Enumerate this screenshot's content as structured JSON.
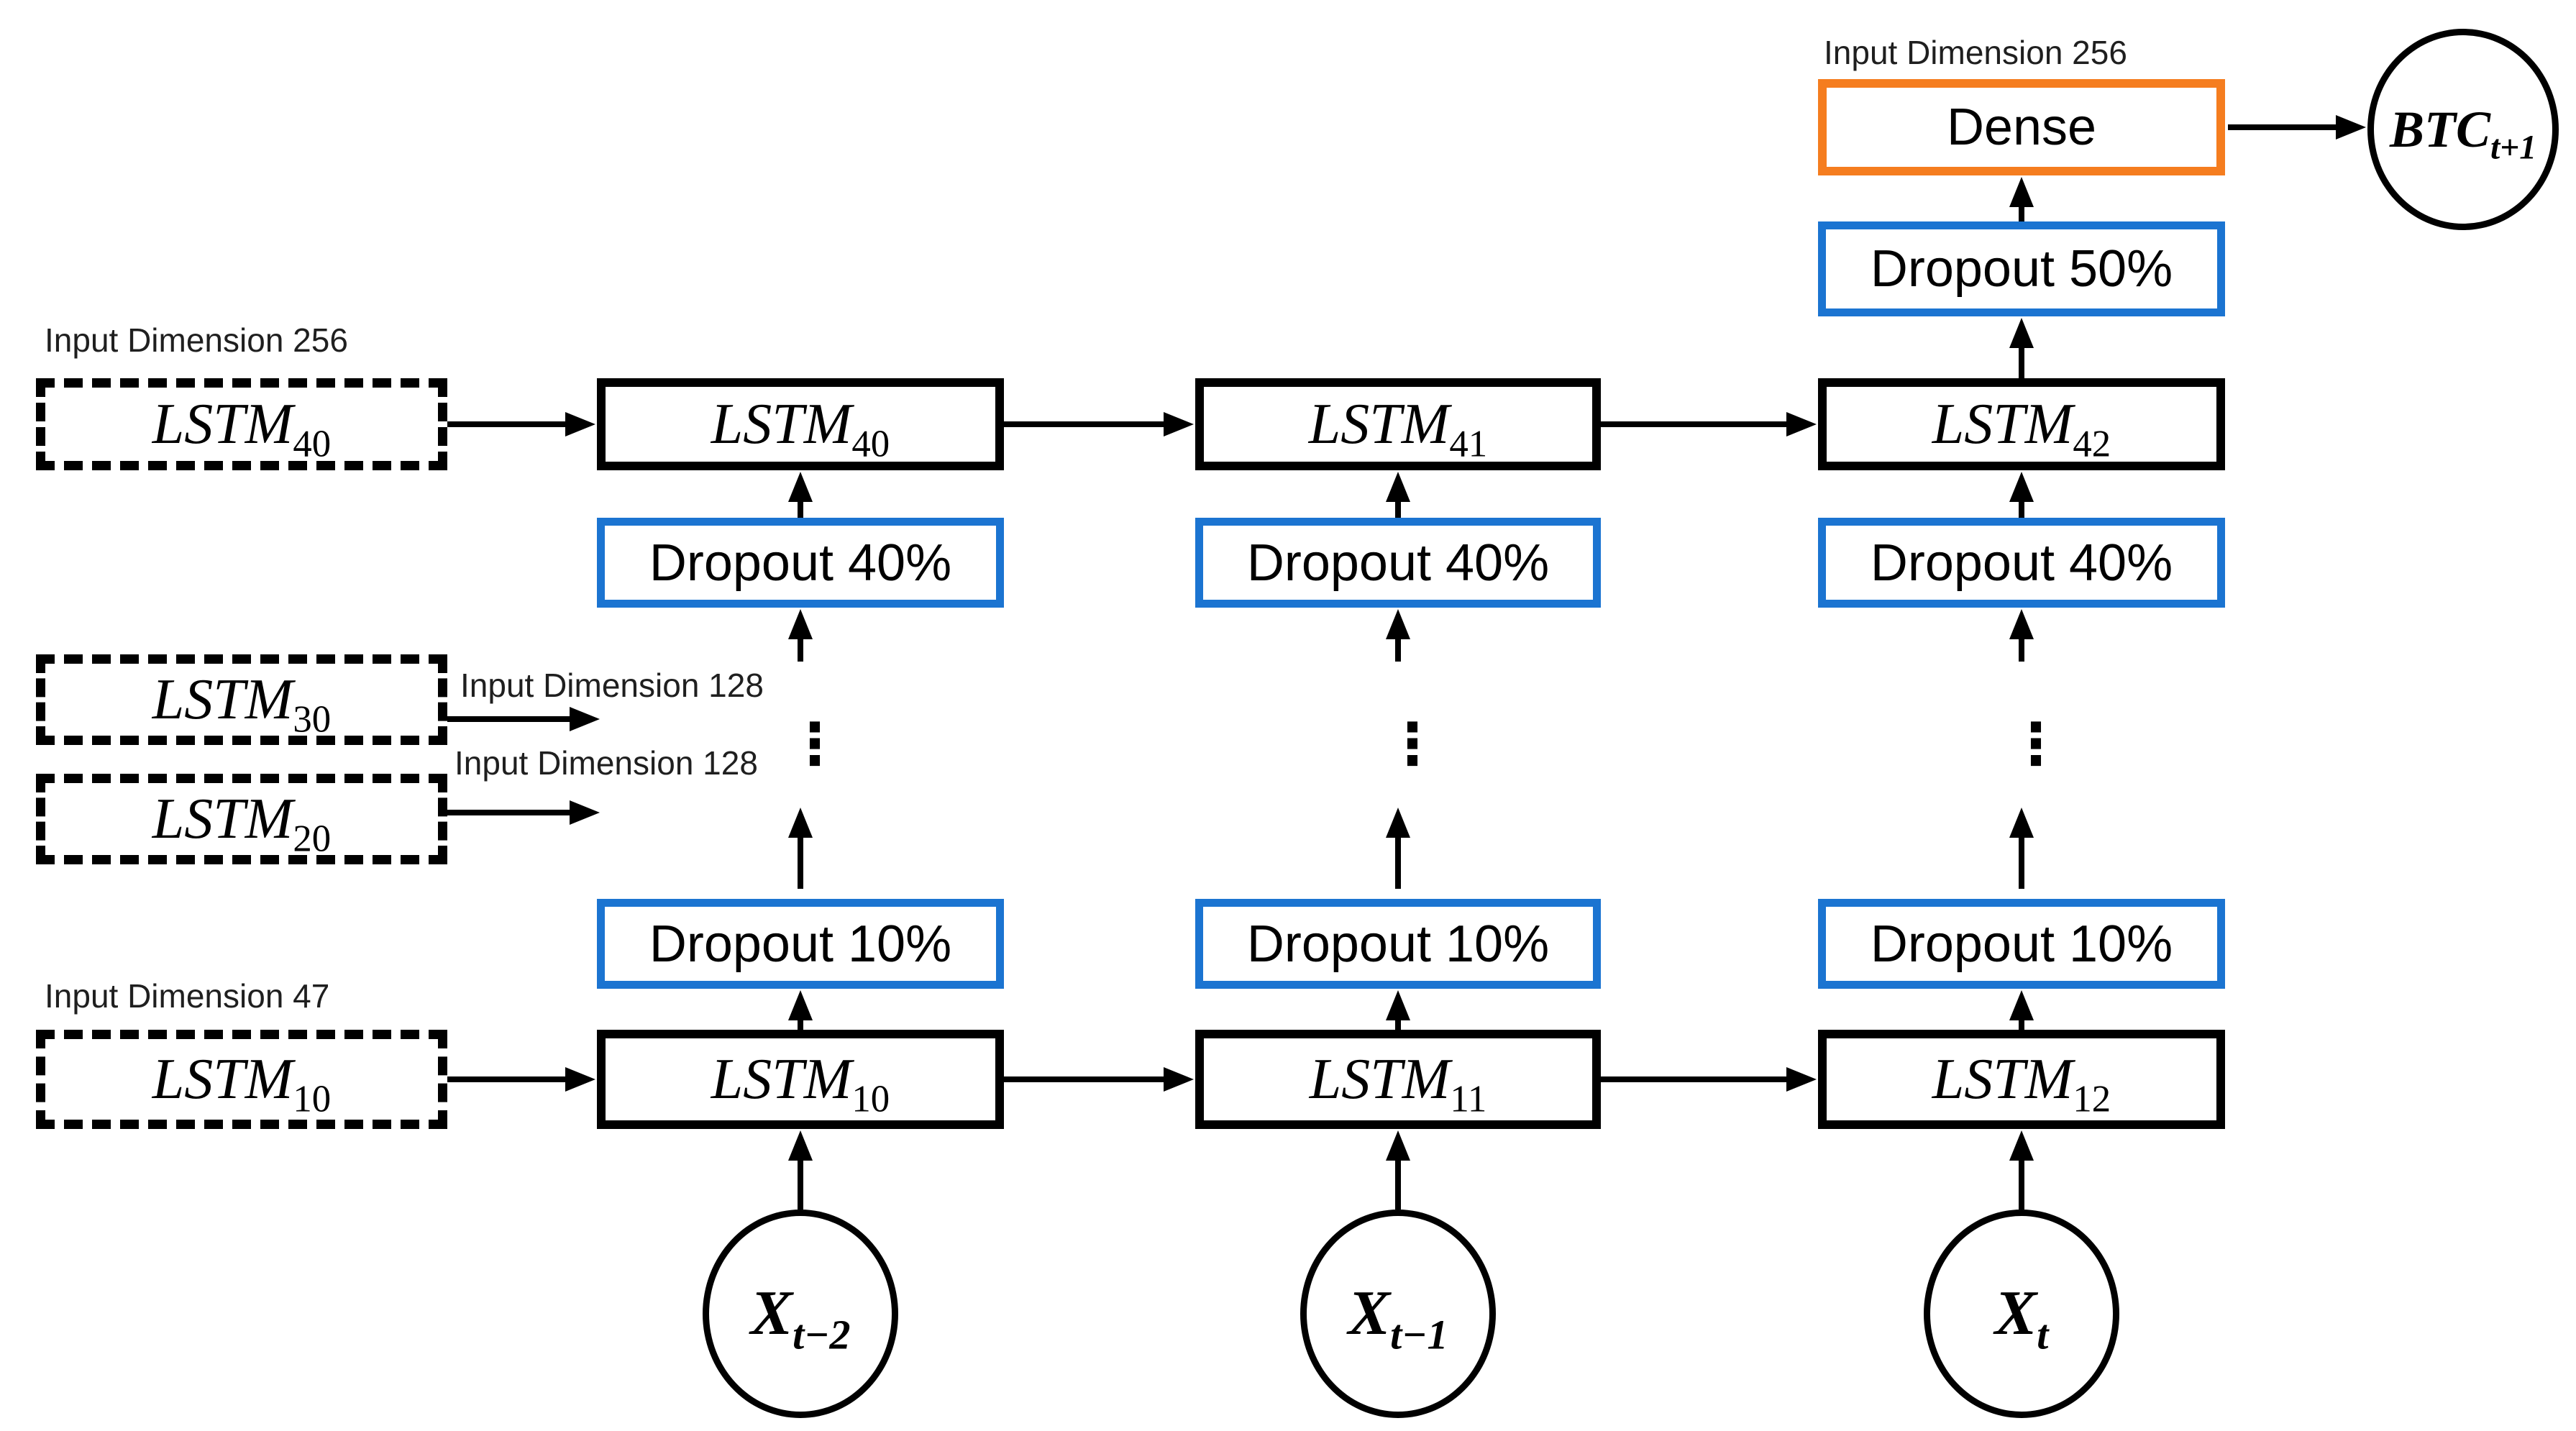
{
  "colors": {
    "blue": "#1B74D1",
    "orange": "#F57D1F",
    "black": "#000000",
    "label": "#1F1F1F",
    "background": "#FFFFFF"
  },
  "left_inputs": {
    "top": {
      "dim_label": "Input Dimension 256",
      "box_base": "LSTM",
      "box_sub": "40"
    },
    "mid1": {
      "dim_label": "Input Dimension 128",
      "box_base": "LSTM",
      "box_sub": "30"
    },
    "mid2": {
      "dim_label": "Input Dimension 128",
      "box_base": "LSTM",
      "box_sub": "20"
    },
    "bottom": {
      "dim_label": "Input Dimension 47",
      "box_base": "LSTM",
      "box_sub": "10"
    }
  },
  "columns": [
    {
      "top_lstm_base": "LSTM",
      "top_lstm_sub": "40",
      "dropout_upper": "Dropout 40%",
      "dots": "⋮",
      "dropout_lower": "Dropout 10%",
      "bottom_lstm_base": "LSTM",
      "bottom_lstm_sub": "10",
      "input_base": "X",
      "input_sub": "t−2"
    },
    {
      "top_lstm_base": "LSTM",
      "top_lstm_sub": "41",
      "dropout_upper": "Dropout 40%",
      "dots": "⋮",
      "dropout_lower": "Dropout 10%",
      "bottom_lstm_base": "LSTM",
      "bottom_lstm_sub": "11",
      "input_base": "X",
      "input_sub": "t−1"
    },
    {
      "top_lstm_base": "LSTM",
      "top_lstm_sub": "42",
      "dropout_upper": "Dropout 40%",
      "dots": "⋮",
      "dropout_lower": "Dropout 10%",
      "bottom_lstm_base": "LSTM",
      "bottom_lstm_sub": "12",
      "input_base": "X",
      "input_sub": "t"
    }
  ],
  "output": {
    "dim_label": "Input Dimension 256",
    "dense_label": "Dense",
    "dropout_label": "Dropout 50%",
    "result_base": "BTC",
    "result_sub": "t+1"
  }
}
